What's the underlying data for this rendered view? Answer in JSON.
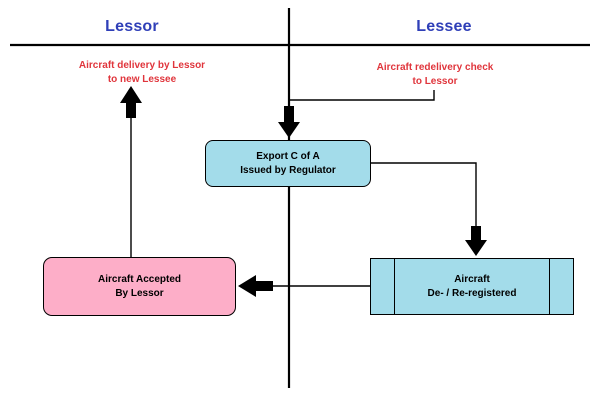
{
  "lanes": {
    "left": "Lessor",
    "right": "Lessee"
  },
  "notes": {
    "delivery": "Aircraft delivery by Lessor\nto new Lessee",
    "redelivery": "Aircraft redelivery check\nto Lessor"
  },
  "nodes": {
    "export": "Export C of A\nIssued by Regulator",
    "accepted": "Aircraft Accepted\nBy Lessor",
    "reregistered": "Aircraft\nDe- / Re-registered"
  },
  "colors": {
    "lane_title": "#2f3fb8",
    "note_text": "#e0353c",
    "process_fill": "#a3dcea",
    "accepted_fill": "#fdaec8",
    "line": "#000000"
  }
}
